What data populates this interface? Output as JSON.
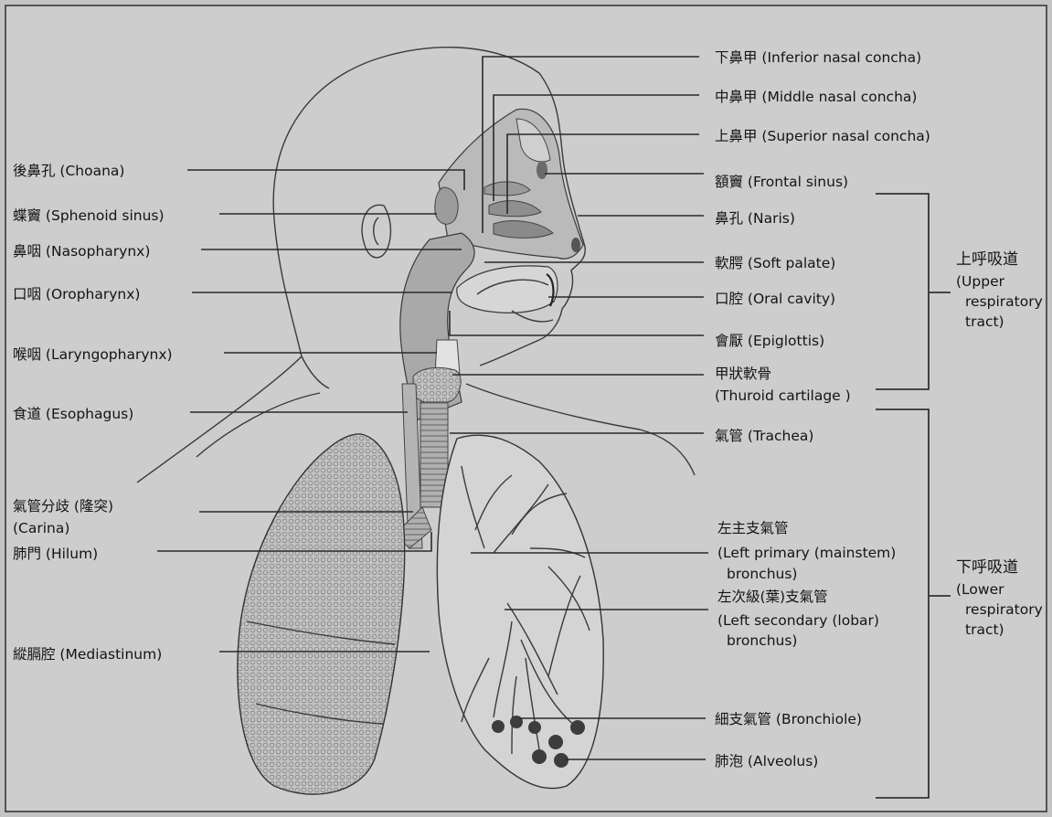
{
  "labels_left": {
    "choana": "後鼻孔 (Choana)",
    "sphenoid": "蝶竇 (Sphenoid sinus)",
    "nasopharynx": "鼻咽 (Nasopharynx)",
    "oropharynx": "口咽 (Oropharynx)",
    "laryngopharynx": "喉咽 (Laryngopharynx)",
    "esophagus": "食道 (Esophagus)",
    "carina_1": "氣管分歧 (隆突)",
    "carina_2": "(Carina)",
    "hilum": "肺門 (Hilum)",
    "mediastinum": "縱膈腔 (Mediastinum)"
  },
  "labels_right": {
    "inferior_concha": "下鼻甲 (Inferior nasal concha)",
    "middle_concha": "中鼻甲 (Middle nasal concha)",
    "superior_concha": "上鼻甲 (Superior nasal concha)",
    "frontal_sinus": "額竇  (Frontal sinus)",
    "naris": "鼻孔 (Naris)",
    "soft_palate": "軟腭 (Soft palate)",
    "oral_cavity": "口腔 (Oral cavity)",
    "epiglottis": "會厭 (Epiglottis)",
    "thyroid_1": "甲狀軟骨",
    "thyroid_2": "(Thuroid cartilage )",
    "trachea": "氣管 (Trachea)",
    "left_primary_1": "左主支氣管",
    "left_primary_2": "(Left primary (mainstem)",
    "left_primary_3": "bronchus)",
    "left_secondary_1": "左次級(葉)支氣管",
    "left_secondary_2": "(Left secondary (lobar)",
    "left_secondary_3": "bronchus)",
    "bronchiole": "細支氣管  (Bronchiole)",
    "alveolus": "肺泡  (Alveolus)"
  },
  "groups": {
    "upper": {
      "title": "上呼吸道",
      "line1": "(Upper",
      "line2": "respiratory",
      "line3": "tract)"
    },
    "lower": {
      "title": "下呼吸道",
      "line1": "(Lower",
      "line2": "respiratory",
      "line3": "tract)"
    }
  },
  "colors": {
    "background": "#c9c9c9",
    "panel": "#cdcdcd",
    "airway": "#a8a8a8",
    "lung": "#bdbdbd",
    "ink": "#141414"
  }
}
